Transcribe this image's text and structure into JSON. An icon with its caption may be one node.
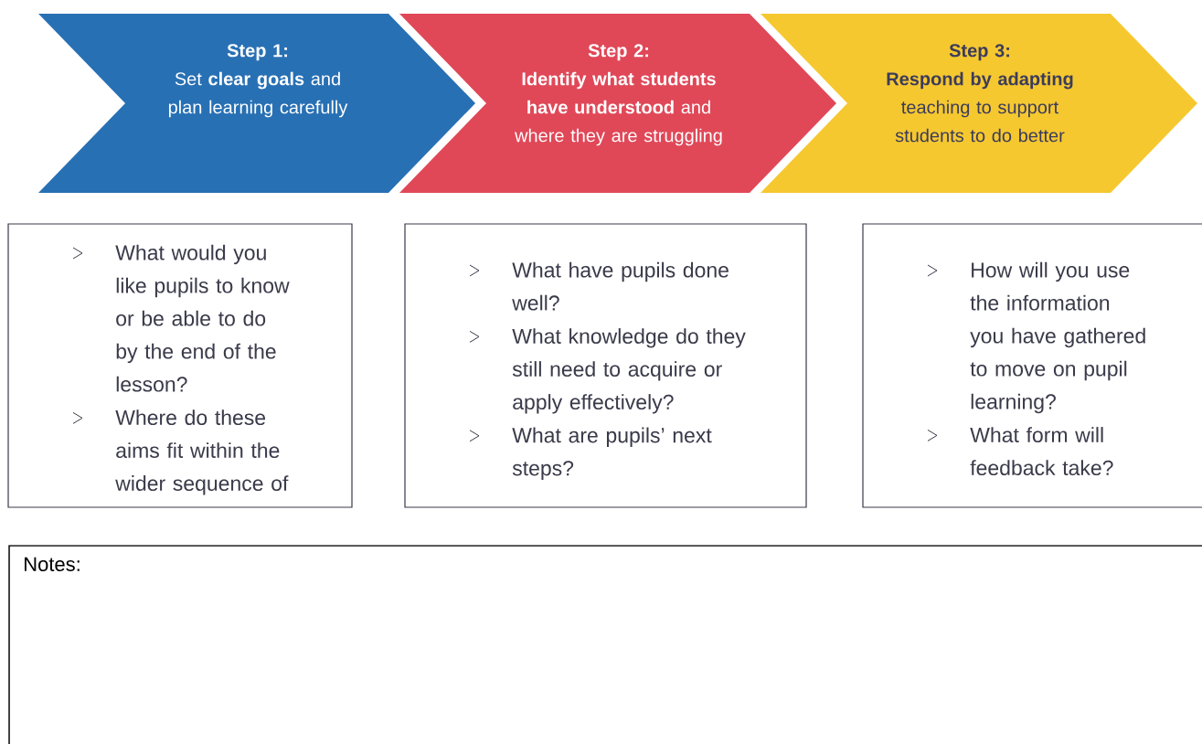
{
  "diagram": {
    "nodes": [
      {
        "text": [
          "Step 1:",
          "Set **clear goals** and plan learning carefully"
        ]
      },
      {
        "text": [
          "Step 2:",
          "**Identify what students have understood** and where they are struggling"
        ]
      },
      {
        "text": [
          "Step 3:",
          "**Respond by adapting** teaching to support students to do better"
        ]
      },
      {
        "text": [
          "What would you like pupils to know or be able to do by the end of the lesson?",
          "Where do these aims fit within the wider sequence of"
        ]
      },
      {
        "text": [
          "What have pupils done well?",
          "What knowledge do they still need to acquire or apply effectively?",
          "What are pupils’ next steps?"
        ]
      },
      {
        "text": [
          "How will you use the information you have gathered to move on pupil learning?",
          "What form will feedback take?"
        ]
      },
      {
        "text": [
          "Notes:"
        ]
      }
    ]
  }
}
